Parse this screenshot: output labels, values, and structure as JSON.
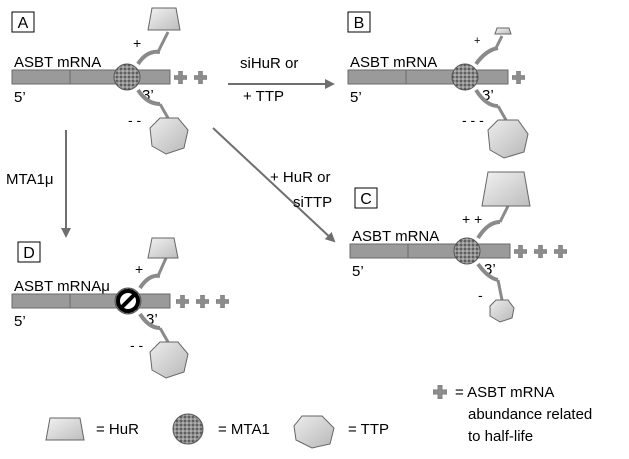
{
  "panels": {
    "A": {
      "letter": "A",
      "mrna": "ASBT mRNA",
      "five": "5’",
      "three": "3’",
      "hur_sign": "+",
      "ttp_sign": "- -"
    },
    "B": {
      "letter": "B",
      "mrna": "ASBT mRNA",
      "five": "5’",
      "three": "3’",
      "hur_sign": "+",
      "ttp_sign": "- - -"
    },
    "C": {
      "letter": "C",
      "mrna": "ASBT mRNA",
      "five": "5’",
      "three": "3’",
      "hur_sign": "+ +",
      "ttp_sign": "-"
    },
    "D": {
      "letter": "D",
      "mrna": "ASBT mRNAμ",
      "five": "5’",
      "three": "3’",
      "hur_sign": "+",
      "ttp_sign": "- -"
    }
  },
  "arrows": {
    "a_to_b_line1": "siHuR or",
    "a_to_b_line2": "+ TTP",
    "a_to_c_line1": "+ HuR or",
    "a_to_c_line2": "siTTP",
    "a_to_d": "MTA1μ"
  },
  "abundance": {
    "A": 2,
    "B": 1,
    "C": 3,
    "D": 3
  },
  "legend": {
    "hur": "= HuR",
    "mta1": "= MTA1",
    "ttp": "= TTP",
    "plus_line1": "= ASBT mRNA",
    "plus_line2": "abundance related",
    "plus_line3": "to half-life"
  },
  "colors": {
    "mrna_fill": "#9a9a9a",
    "mrna_stroke": "#6a6a6a",
    "arrow": "#6f6f6f",
    "plus": "#8c8c8c"
  }
}
